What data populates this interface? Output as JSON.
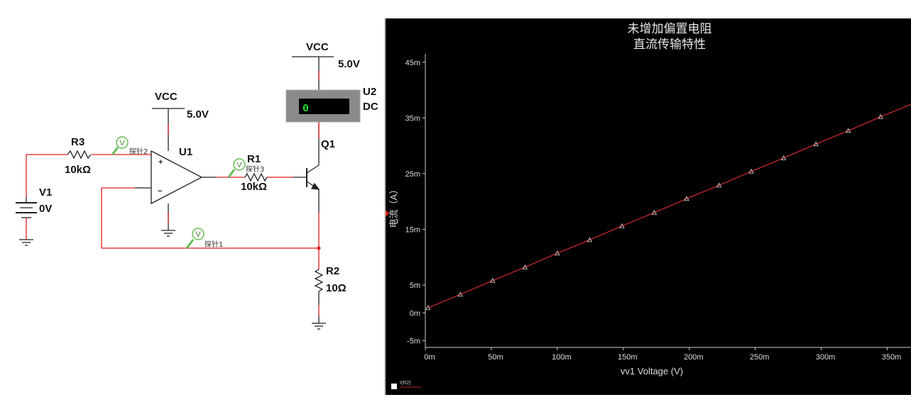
{
  "schematic": {
    "vcc_label": "VCC",
    "vcc_voltage": "5.0V",
    "v1": {
      "name": "V1",
      "value": "0V"
    },
    "r3": {
      "name": "R3",
      "value": "10kΩ"
    },
    "r1": {
      "name": "R1",
      "value": "10kΩ"
    },
    "r2": {
      "name": "R2",
      "value": "10Ω"
    },
    "u1": {
      "name": "U1"
    },
    "q1": {
      "name": "Q1"
    },
    "u2": {
      "name": "U2",
      "mode": "DC",
      "reading": "0"
    },
    "probes": [
      "探针1",
      "探针2",
      "探针3"
    ],
    "probe_symbol": "V",
    "opamp_plus": "+",
    "opamp_minus": "−"
  },
  "colors": {
    "wire_active": "#e02020",
    "trace": "#c0282a",
    "meter_digits": "#22dd22",
    "probe": "#66bb55"
  },
  "legend": {
    "label": "I(R2)"
  },
  "chart_data": {
    "type": "line",
    "title": "未增加偏置电阻",
    "subtitle": "直流传输特性",
    "xlabel": "vv1 Voltage (V)",
    "ylabel": "电流（A）",
    "x_unit_suffix": "m",
    "xlim": [
      0,
      368
    ],
    "ylim": [
      -6.2,
      46.5
    ],
    "x_ticks": [
      0,
      50,
      100,
      150,
      200,
      250,
      300,
      350
    ],
    "x_tick_labels": [
      "0m",
      "50m",
      "100m",
      "150m",
      "200m",
      "250m",
      "300m",
      "350m"
    ],
    "y_ticks": [
      -5,
      0,
      5,
      15,
      25,
      35,
      45
    ],
    "y_tick_labels": [
      "-5m",
      "0m",
      "5m",
      "15m",
      "25m",
      "35m",
      "45m"
    ],
    "grid": false,
    "legend_position": "bottom-left",
    "series": [
      {
        "name": "I(R2)",
        "marker": "triangle",
        "x": [
          2,
          26.5,
          51,
          75.5,
          100,
          124.5,
          149,
          173.5,
          198,
          222.5,
          247,
          271.5,
          296,
          320.5,
          345,
          369.5
        ],
        "y": [
          0.9,
          3.3,
          5.8,
          8.2,
          10.7,
          13.1,
          15.6,
          18.0,
          20.5,
          22.9,
          25.4,
          27.8,
          30.3,
          32.7,
          35.2,
          37.6
        ]
      }
    ]
  }
}
